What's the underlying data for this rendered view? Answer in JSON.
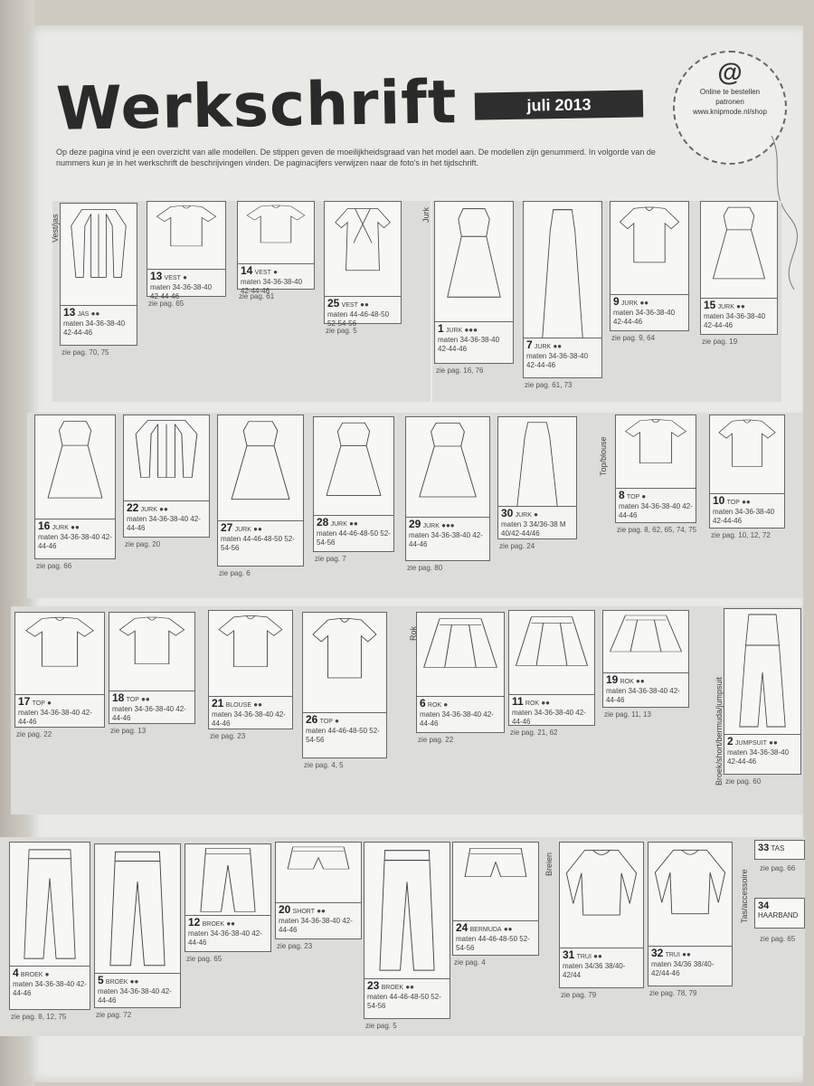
{
  "header": {
    "title": "Werkschrift",
    "issue": "juli 2013",
    "badge": {
      "icon": "at-sign-icon",
      "text": "Online te bestellen patronen www.knipmode.nl/shop"
    },
    "intro": "Op deze pagina vind je een overzicht van alle modellen. De stippen geven de moeilijkheidsgraad van het model aan. De modellen zijn genummerd. In volgorde van de nummers kun je in het werkschrift de beschrijvingen vinden. De paginacijfers verwijzen naar de foto's in het tijdschrift."
  },
  "categories": {
    "vest": "Vest/jas",
    "jurk": "Jurk",
    "top": "Top/blouse",
    "rok": "Rok",
    "broek": "Broek/short/bermuda/jumpsuit",
    "breien": "Breien",
    "tas": "Tas/accessoire"
  },
  "models": [
    {
      "num": "13",
      "kind": "JAS",
      "dots": "●●",
      "sizes": "maten 34-36-38-40 42-44-46",
      "ref": "zie pag. 70, 75"
    },
    {
      "num": "13",
      "kind": "VEST",
      "dots": "●",
      "sizes": "maten 34-36-38-40 42-44-46",
      "ref": "zie pag. 65"
    },
    {
      "num": "14",
      "kind": "VEST",
      "dots": "●",
      "sizes": "maten 34-36-38-40 42-44-46",
      "ref": "zie pag. 61"
    },
    {
      "num": "25",
      "kind": "VEST",
      "dots": "●●",
      "sizes": "maten 44-46-48-50 52-54-56",
      "ref": "zie pag. 5"
    },
    {
      "num": "1",
      "kind": "JURK",
      "dots": "●●●",
      "sizes": "maten 34-36-38-40 42-44-46",
      "ref": "zie pag. 16, 76"
    },
    {
      "num": "7",
      "kind": "JURK",
      "dots": "●●",
      "sizes": "maten 34-36-38-40 42-44-46",
      "ref": "zie pag. 61, 73"
    },
    {
      "num": "9",
      "kind": "JURK",
      "dots": "●●",
      "sizes": "maten 34-36-38-40 42-44-46",
      "ref": "zie pag. 9, 64"
    },
    {
      "num": "15",
      "kind": "JURK",
      "dots": "●●",
      "sizes": "maten 34-36-38-40 42-44-46",
      "ref": "zie pag. 19"
    },
    {
      "num": "16",
      "kind": "JURK",
      "dots": "●●",
      "sizes": "maten 34-36-38-40 42-44-46",
      "ref": "zie pag. 66"
    },
    {
      "num": "22",
      "kind": "JURK",
      "dots": "●●",
      "sizes": "maten 34-36-38-40 42-44-46",
      "ref": "zie pag. 20"
    },
    {
      "num": "27",
      "kind": "JURK",
      "dots": "●●",
      "sizes": "maten 44-46-48-50 52-54-56",
      "ref": "zie pag. 6"
    },
    {
      "num": "28",
      "kind": "JURK",
      "dots": "●●",
      "sizes": "maten 44-46-48-50 52-54-56",
      "ref": "zie pag. 7"
    },
    {
      "num": "29",
      "kind": "JURK",
      "dots": "●●●",
      "sizes": "maten 34-36-38-40 42-44-46",
      "ref": "zie pag. 80"
    },
    {
      "num": "30",
      "kind": "JURK",
      "dots": "●",
      "sizes": "maten 3 34/36-38 M 40/42-44/46",
      "ref": "zie pag. 24"
    },
    {
      "num": "8",
      "kind": "TOP",
      "dots": "●",
      "sizes": "maten 34-36-38-40 42-44-46",
      "ref": "zie pag. 8, 62, 65, 74, 75"
    },
    {
      "num": "10",
      "kind": "TOP",
      "dots": "●●",
      "sizes": "maten 34-36-38-40 42-44-46",
      "ref": "zie pag. 10, 12, 72"
    },
    {
      "num": "17",
      "kind": "TOP",
      "dots": "●",
      "sizes": "maten 34-36-38-40 42-44-46",
      "ref": "zie pag. 22"
    },
    {
      "num": "18",
      "kind": "TOP",
      "dots": "●●",
      "sizes": "maten 34-36-38-40 42-44-46",
      "ref": "zie pag. 13"
    },
    {
      "num": "21",
      "kind": "BLOUSE",
      "dots": "●●",
      "sizes": "maten 34-36-38-40 42-44-46",
      "ref": "zie pag. 23"
    },
    {
      "num": "26",
      "kind": "TOP",
      "dots": "●",
      "sizes": "maten 44-46-48-50 52-54-56",
      "ref": "zie pag. 4, 5"
    },
    {
      "num": "6",
      "kind": "ROK",
      "dots": "●",
      "sizes": "maten 34-36-38-40 42-44-46",
      "ref": "zie pag. 22"
    },
    {
      "num": "11",
      "kind": "ROK",
      "dots": "●●",
      "sizes": "maten 34-36-38-40 42-44-46",
      "ref": "zie pag. 21, 62"
    },
    {
      "num": "19",
      "kind": "ROK",
      "dots": "●●",
      "sizes": "maten 34-36-38-40 42-44-46",
      "ref": "zie pag. 11, 13"
    },
    {
      "num": "2",
      "kind": "JUMPSUIT",
      "dots": "●●",
      "sizes": "maten 34-36-38-40 42-44-46",
      "ref": "zie pag. 60"
    },
    {
      "num": "4",
      "kind": "BROEK",
      "dots": "●",
      "sizes": "maten 34-36-38-40 42-44-46",
      "ref": "zie pag. 8, 12, 75"
    },
    {
      "num": "5",
      "kind": "BROEK",
      "dots": "●●",
      "sizes": "maten 34-36-38-40 42-44-46",
      "ref": "zie pag. 72"
    },
    {
      "num": "12",
      "kind": "BROEK",
      "dots": "●●",
      "sizes": "maten 34-36-38-40 42-44-46",
      "ref": "zie pag. 65"
    },
    {
      "num": "20",
      "kind": "SHORT",
      "dots": "●●",
      "sizes": "maten 34-36-38-40 42-44-46",
      "ref": "zie pag. 23"
    },
    {
      "num": "23",
      "kind": "BROEK",
      "dots": "●●",
      "sizes": "maten 44-46-48-50 52-54-56",
      "ref": "zie pag. 5"
    },
    {
      "num": "24",
      "kind": "BERMUDA",
      "dots": "●●",
      "sizes": "maten 44-46-48-50 52-54-56",
      "ref": "zie pag. 4"
    },
    {
      "num": "31",
      "kind": "TRUI",
      "dots": "●●",
      "sizes": "maten 34/36 38/40-42/44",
      "ref": "zie pag. 79"
    },
    {
      "num": "32",
      "kind": "TRUI",
      "dots": "●●",
      "sizes": "maten 34/36 38/40-42/44-46",
      "ref": "zie pag. 78, 79"
    }
  ],
  "accessories": [
    {
      "num": "33",
      "kind": "TAS",
      "ref": "zie pag. 66"
    },
    {
      "num": "34",
      "kind": "HAARBAND",
      "ref": "zie pag. 65"
    }
  ]
}
